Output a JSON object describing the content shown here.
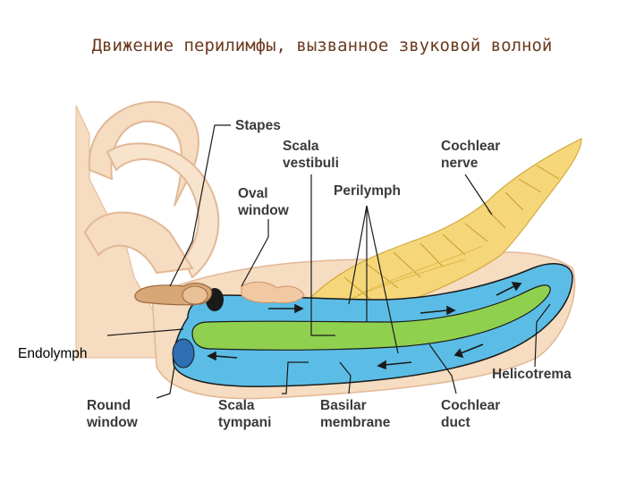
{
  "title": "Движение перилимфы, вызванное звуковой волной",
  "labels": {
    "stapes": "Stapes",
    "scala_vestibuli_1": "Scala",
    "scala_vestibuli_2": "vestibuli",
    "perilymph": "Perilymph",
    "cochlear_nerve_1": "Cochlear",
    "cochlear_nerve_2": "nerve",
    "oval_window_1": "Oval",
    "oval_window_2": "window",
    "endolymph": "Endolymph",
    "helicotrema": "Helicotrema",
    "round_window_1": "Round",
    "round_window_2": "window",
    "scala_tympani_1": "Scala",
    "scala_tympani_2": "tympani",
    "basilar_membrane_1": "Basilar",
    "basilar_membrane_2": "membrane",
    "cochlear_duct_1": "Cochlear",
    "cochlear_duct_2": "duct"
  },
  "colors": {
    "bone": "#f6dcc0",
    "bone_edge": "#e2b896",
    "scala_blue": "#5bbde6",
    "duct_green": "#8fd14f",
    "nerve_yellow": "#f5d77a",
    "title_color": "#6b3a1f",
    "outline": "#1a1a1a"
  }
}
